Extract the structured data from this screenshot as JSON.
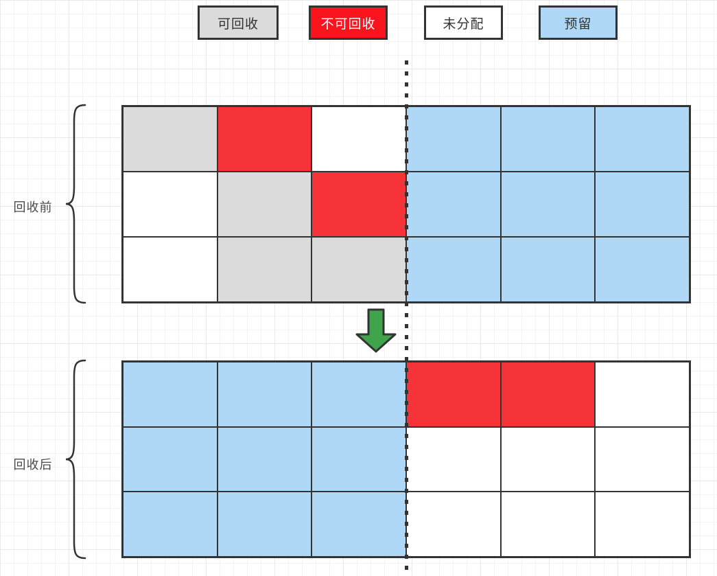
{
  "diagram": {
    "legend": {
      "items": [
        {
          "id": "recyclable",
          "label": "可回收",
          "fill": "#dbdbdb",
          "text_color": "#333333"
        },
        {
          "id": "non_recyclable",
          "label": "不可回收",
          "fill": "#fa141d",
          "text_color": "#ffffff"
        },
        {
          "id": "unallocated",
          "label": "未分配",
          "fill": "#ffffff",
          "text_color": "#333333"
        },
        {
          "id": "reserved",
          "label": "预留",
          "fill": "#aed8f5",
          "text_color": "#333333"
        }
      ]
    },
    "colors": {
      "recyclable": "#dbdbdb",
      "non_recyclable": "#f7333a",
      "unallocated": "#ffffff",
      "reserved": "#aed8f5",
      "stroke": "#333333",
      "arrow_green": "#3fa44c"
    },
    "sections": [
      {
        "id": "before",
        "label": "回收前",
        "rows": [
          [
            "recyclable",
            "non_recyclable",
            "unallocated",
            "reserved",
            "reserved",
            "reserved"
          ],
          [
            "unallocated",
            "recyclable",
            "non_recyclable",
            "reserved",
            "reserved",
            "reserved"
          ],
          [
            "unallocated",
            "recyclable",
            "recyclable",
            "reserved",
            "reserved",
            "reserved"
          ]
        ]
      },
      {
        "id": "after",
        "label": "回收后",
        "rows": [
          [
            "reserved",
            "reserved",
            "reserved",
            "non_recyclable",
            "non_recyclable",
            "unallocated"
          ],
          [
            "reserved",
            "reserved",
            "reserved",
            "unallocated",
            "unallocated",
            "unallocated"
          ],
          [
            "reserved",
            "reserved",
            "reserved",
            "unallocated",
            "unallocated",
            "unallocated"
          ]
        ]
      }
    ]
  }
}
